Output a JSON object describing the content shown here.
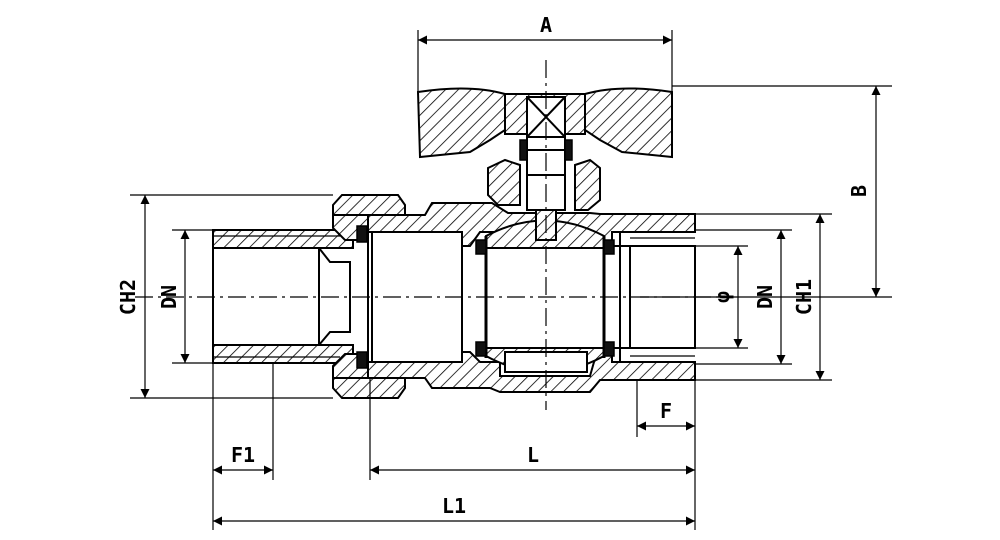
{
  "labels": {
    "a": "A",
    "b": "B",
    "ch1": "CH1",
    "ch2": "CH2",
    "dn_left": "DN",
    "dn_right": "DN",
    "phi": "φ",
    "f": "F",
    "f1": "F1",
    "l": "L",
    "l1": "L1"
  }
}
